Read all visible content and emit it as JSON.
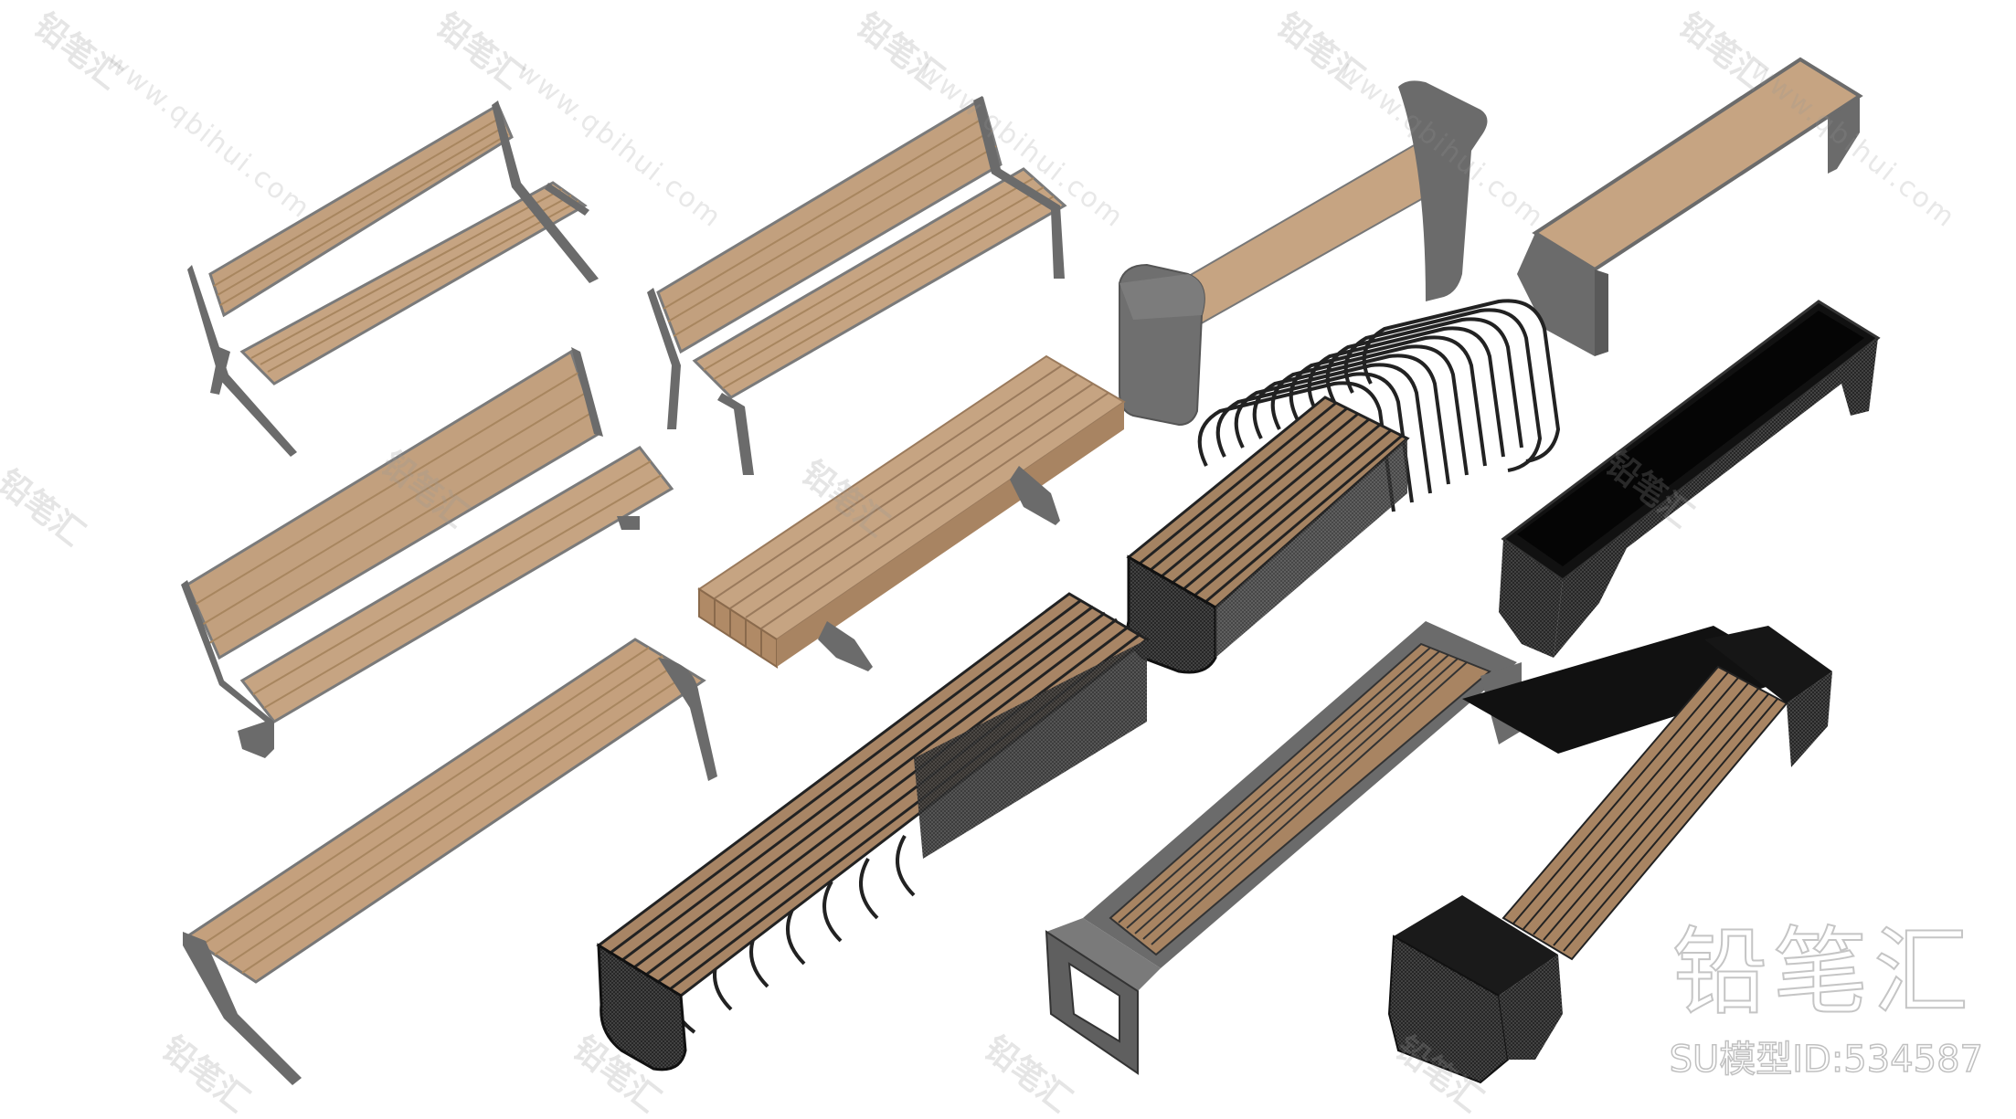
{
  "watermark": {
    "url": "www.qbihui.com",
    "cn": "铅笔汇"
  },
  "brand": {
    "name": "铅笔汇",
    "model_id": "SU模型ID:534587"
  },
  "colors": {
    "wood": "#c4a07d",
    "wood_dark": "#9c7a5a",
    "metal": "#6b6b6b",
    "metal_dark": "#4a4a4a",
    "mesh": "#1a1a1a"
  }
}
